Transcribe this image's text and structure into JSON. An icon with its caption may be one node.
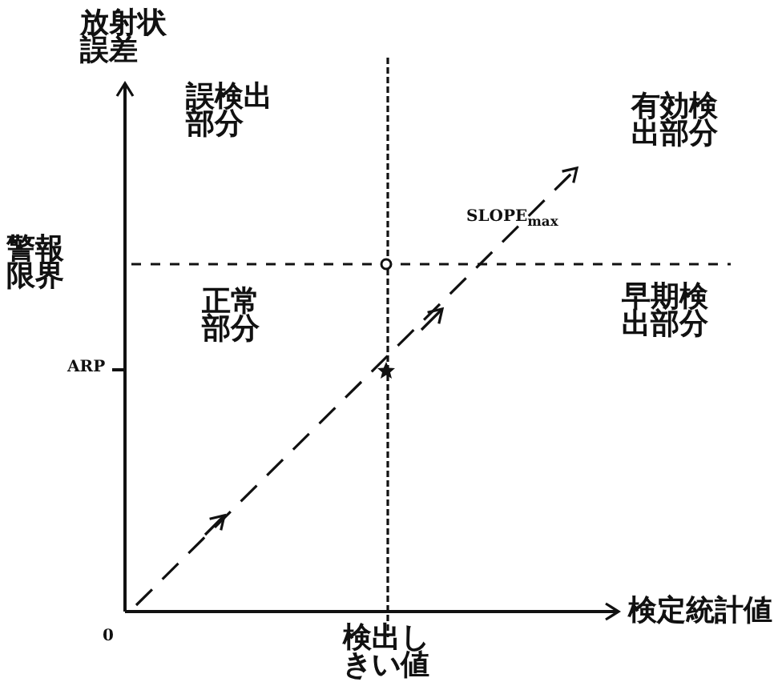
{
  "diagram": {
    "labels": [
      "放射状誤差",
      "誤検出部分",
      "有効検出部分",
      "警報限界",
      "SLOPE$_{max}$",
      "正常部分",
      "早期検出部分",
      "ARP",
      "0",
      "検出しきい値",
      "検定統計値"
    ]
  }
}
